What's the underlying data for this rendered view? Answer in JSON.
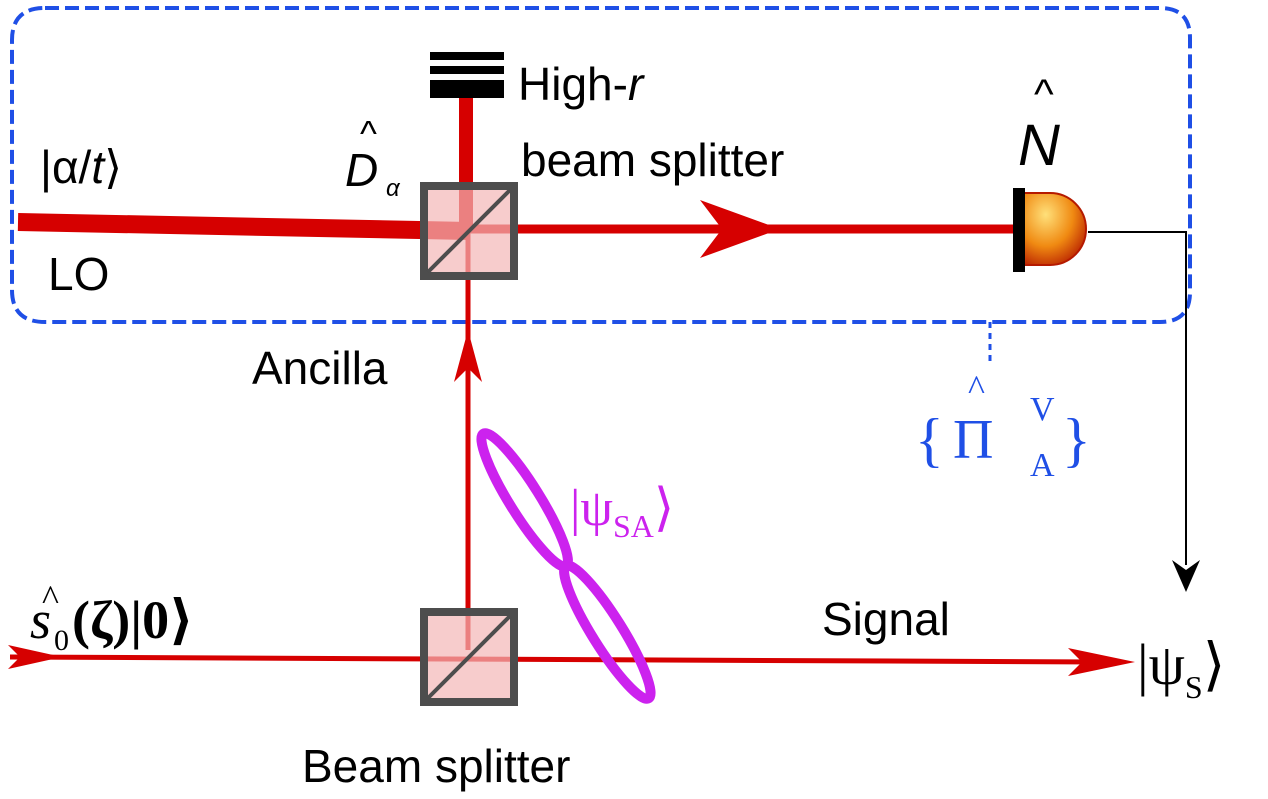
{
  "labels": {
    "lo_state_open": "|α/",
    "lo_state_var": "t",
    "lo_state_close": "⟩",
    "lo": "LO",
    "displacement_op": "D",
    "displacement_sub": "α",
    "high_r_prefix": "High-",
    "high_r_var": "r",
    "high_r_line2": "beam splitter",
    "detector_op": "N",
    "ancilla": "Ancilla",
    "povm_open": "{",
    "povm_pi": "Π",
    "povm_sup": "V",
    "povm_sub": "A",
    "povm_close": "}",
    "entangled_open": "|ψ",
    "entangled_sub": "SA",
    "entangled_close": "⟩",
    "input_s": "s",
    "input_sub": "0",
    "input_rest": "(ζ)|0⟩",
    "signal": "Signal",
    "output_open": "|ψ",
    "output_sub": "S",
    "output_close": "⟩",
    "beam_splitter": "Beam splitter"
  },
  "colors": {
    "beam": "#d60000",
    "beam_light": "#f3b7b7",
    "splitter_box": "#4d4d4d",
    "enclosure": "#1f4fe6",
    "povm_text": "#1f4fe6",
    "entangled_state": "#cc22ee",
    "detector_body": "#f08a12",
    "classical_wire": "#000000"
  }
}
